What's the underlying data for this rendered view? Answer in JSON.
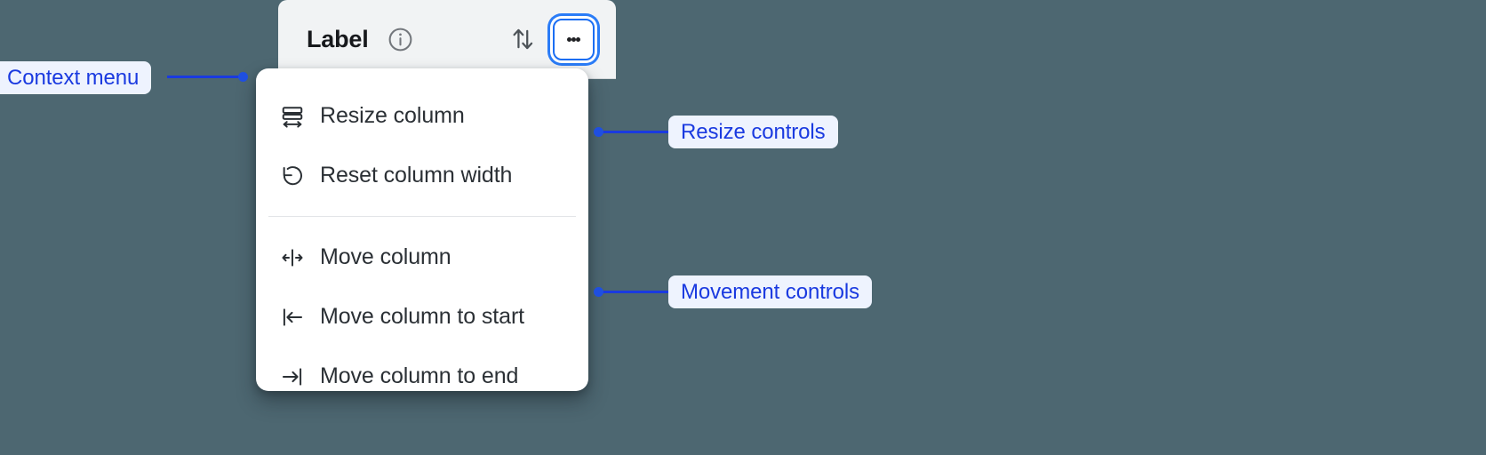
{
  "background_color": "#4d6771",
  "accent_color": "#1a3ae0",
  "focus_ring_color": "#2a7cf7",
  "column_header": {
    "title": "Label",
    "info_icon": "info-circle-icon",
    "sort_icon": "sort-up-down-icon",
    "menu_icon": "kebab-menu-icon"
  },
  "context_menu": {
    "groups": [
      {
        "name": "resize-controls",
        "items": [
          {
            "icon": "resize-column-icon",
            "label": "Resize column"
          },
          {
            "icon": "reset-width-icon",
            "label": "Reset column width"
          }
        ]
      },
      {
        "name": "movement-controls",
        "items": [
          {
            "icon": "move-column-icon",
            "label": "Move column"
          },
          {
            "icon": "move-to-start-icon",
            "label": "Move column to start"
          },
          {
            "icon": "move-to-end-icon",
            "label": "Move column to end"
          }
        ]
      }
    ]
  },
  "annotations": [
    {
      "id": "context-menu",
      "label": "Context menu"
    },
    {
      "id": "resize",
      "label": "Resize controls"
    },
    {
      "id": "movement",
      "label": "Movement controls"
    }
  ]
}
